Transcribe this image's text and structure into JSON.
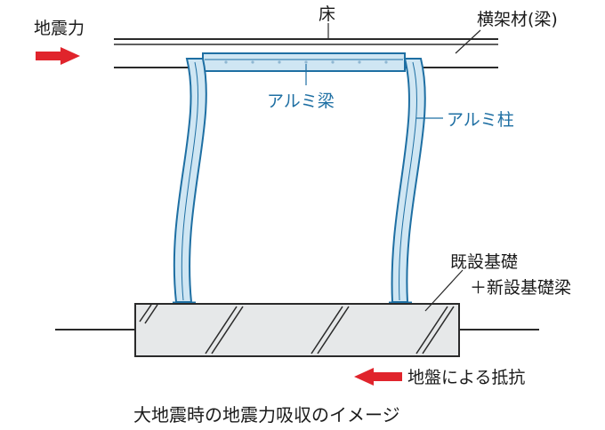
{
  "labels": {
    "seismic_force": "地震力",
    "floor": "床",
    "beam": "横架材(梁)",
    "aluminum_beam": "アルミ梁",
    "aluminum_column": "アルミ柱",
    "foundation_line1": "既設基礎",
    "foundation_line2": "＋新設基礎梁",
    "ground_resistance": "地盤による抵抗",
    "caption": "大地震時の地震力吸収のイメージ"
  },
  "colors": {
    "arrow_red": "#e0242c",
    "aluminum_fill": "#cfe6f3",
    "aluminum_stroke": "#1e6fa3",
    "label_blue": "#1e6fa3",
    "concrete_fill": "#e6e8e9",
    "line_dark": "#2a2a2a"
  }
}
